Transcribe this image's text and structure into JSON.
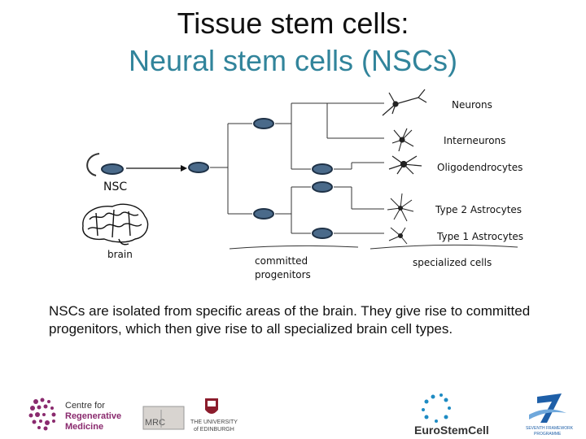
{
  "title": {
    "line1": "Tissue stem cells:",
    "line2": "Neural stem cells (NSCs)"
  },
  "colors": {
    "title_accent": "#31849b",
    "cell_fill": "#4a6a8a"
  },
  "diagram": {
    "nsc_label": "NSC",
    "brain_label": "brain",
    "committed_label_line1": "committed",
    "committed_label_line2": "progenitors",
    "specialized_label": "specialized cells",
    "cell_types": [
      {
        "label": "Neurons",
        "icon": "neuron-icon"
      },
      {
        "label": "Interneurons",
        "icon": "interneuron-icon"
      },
      {
        "label": "Oligodendrocytes",
        "icon": "oligodendrocyte-icon"
      },
      {
        "label": "Type 2 Astrocytes",
        "icon": "astrocyte-icon"
      },
      {
        "label": "Type 1 Astrocytes",
        "icon": "astrocyte-icon"
      }
    ]
  },
  "caption": "NSCs are isolated from specific areas of the brain. They give rise to committed progenitors, which then give rise to all specialized brain cell types.",
  "logos": {
    "crm_line1": "Centre for",
    "crm_line2": "Regenerative",
    "crm_line3": "Medicine",
    "mrc": "MRC",
    "edinburgh_line1": "THE UNIVERSITY",
    "edinburgh_line2": "of EDINBURGH",
    "eurostemcell": "EuroStemCell",
    "fp7_line1": "SEVENTH FRAMEWORK",
    "fp7_line2": "PROGRAMME"
  }
}
